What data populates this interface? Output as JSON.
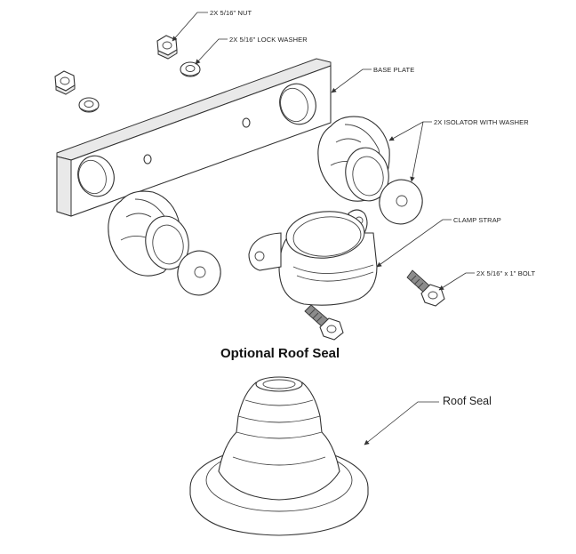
{
  "callouts": {
    "nut": "2X 5/16\" NUT",
    "lock_washer": "2X 5/16\" LOCK WASHER",
    "base_plate": "BASE PLATE",
    "isolator": "2X ISOLATOR WITH WASHER",
    "clamp_strap": "CLAMP STRAP",
    "bolt": "2X 5/16\" x 1\" BOLT"
  },
  "section": {
    "title": "Optional Roof Seal",
    "roof_seal_label": "Roof Seal"
  }
}
